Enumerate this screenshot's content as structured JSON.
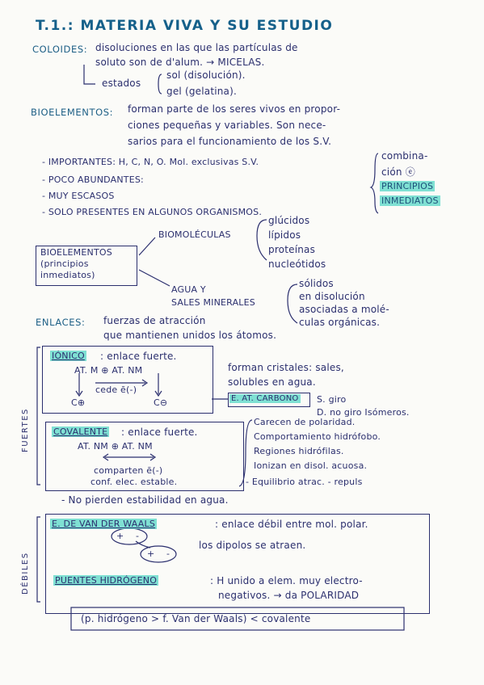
{
  "title": "T.1.: MATERIA VIVA Y SU ESTUDIO",
  "coloides": {
    "label": "COLOIDES:",
    "line1": "disoluciones en las que las partículas de",
    "line2": "soluto son de d'alum. → MICELAS.",
    "estados": "estados",
    "sol": "sol (disolución).",
    "gel": "gel (gelatina)."
  },
  "bioelementos": {
    "label": "BIOELEMENTOS:",
    "line1": "forman parte de los seres vivos en propor-",
    "line2": "ciones pequeñas y variables. Son nece-",
    "line3": "sarios para el funcionamiento de los S.V.",
    "items": [
      "- IMPORTANTES: H, C, N, O. Mol. exclusivas S.V.",
      "- POCO ABUNDANTES:",
      "- MUY ESCASOS",
      "- SOLO PRESENTES EN ALGUNOS ORGANISMOS."
    ],
    "combinacion": [
      "combina-",
      "ción ⓔ"
    ],
    "principios": [
      "PRINCIPIOS",
      "INMEDIATOS"
    ]
  },
  "diagram": {
    "box_label": [
      "BIOELEMENTOS",
      "(principios",
      "inmediatos)"
    ],
    "biomoleculas": "BIOMOLÉCULAS",
    "bio_items": [
      "glúcidos",
      "lípidos",
      "proteínas",
      "nucleótidos"
    ],
    "agua": [
      "AGUA   Y",
      "SALES MINERALES"
    ],
    "agua_items": [
      "sólidos",
      "en disolución",
      "asociadas a molé-",
      "culas orgánicas."
    ]
  },
  "enlaces": {
    "label": "ENLACES:",
    "line1": "fuerzas de atracción",
    "line2": "que mantienen unidos los átomos."
  },
  "fuertes_label": "FUERTES",
  "debiles_label": "DÉBILES",
  "ionico": {
    "name": "IÓNICO",
    "desc": ": enlace fuerte.",
    "formula": "AT. M ⊕ AT. NM",
    "cede": "cede ē(-)",
    "cplus": "C⊕",
    "cminus": "C⊖",
    "side1": "forman cristales: sales,",
    "side2": "solubles en agua."
  },
  "carbono": {
    "label": "E. AT. CARBONO",
    "s": "S. giro",
    "d": "D. no giro  Isómeros."
  },
  "covalente": {
    "name": "COVALENTE",
    "desc": ": enlace fuerte.",
    "formula": "AT. NM ⊕ AT. NM",
    "line1": "comparten ē(-)",
    "line2": "conf. elec. estable.",
    "props": [
      "Carecen de polaridad.",
      "Comportamiento hidrófobo.",
      "Regiones hidrófilas.",
      "Ionizan en disol. acuosa.",
      "- Equilibrio atrac. - repuls"
    ],
    "note": "- No pierden estabilidad en agua."
  },
  "vanderwaals": {
    "name": "E. DE VAN DER WAALS",
    "desc": ": enlace débil entre mol. polar.",
    "line2": "los dipolos se atraen.",
    "plus": "+",
    "minus": "-"
  },
  "puentes": {
    "name": "PUENTES HIDRÓGENO",
    "desc": ": H unido a elem. muy electro-",
    "line2": "negativos. → da POLARIDAD"
  },
  "summary": "(p. hidrógeno > f. Van der Waals) < covalente"
}
